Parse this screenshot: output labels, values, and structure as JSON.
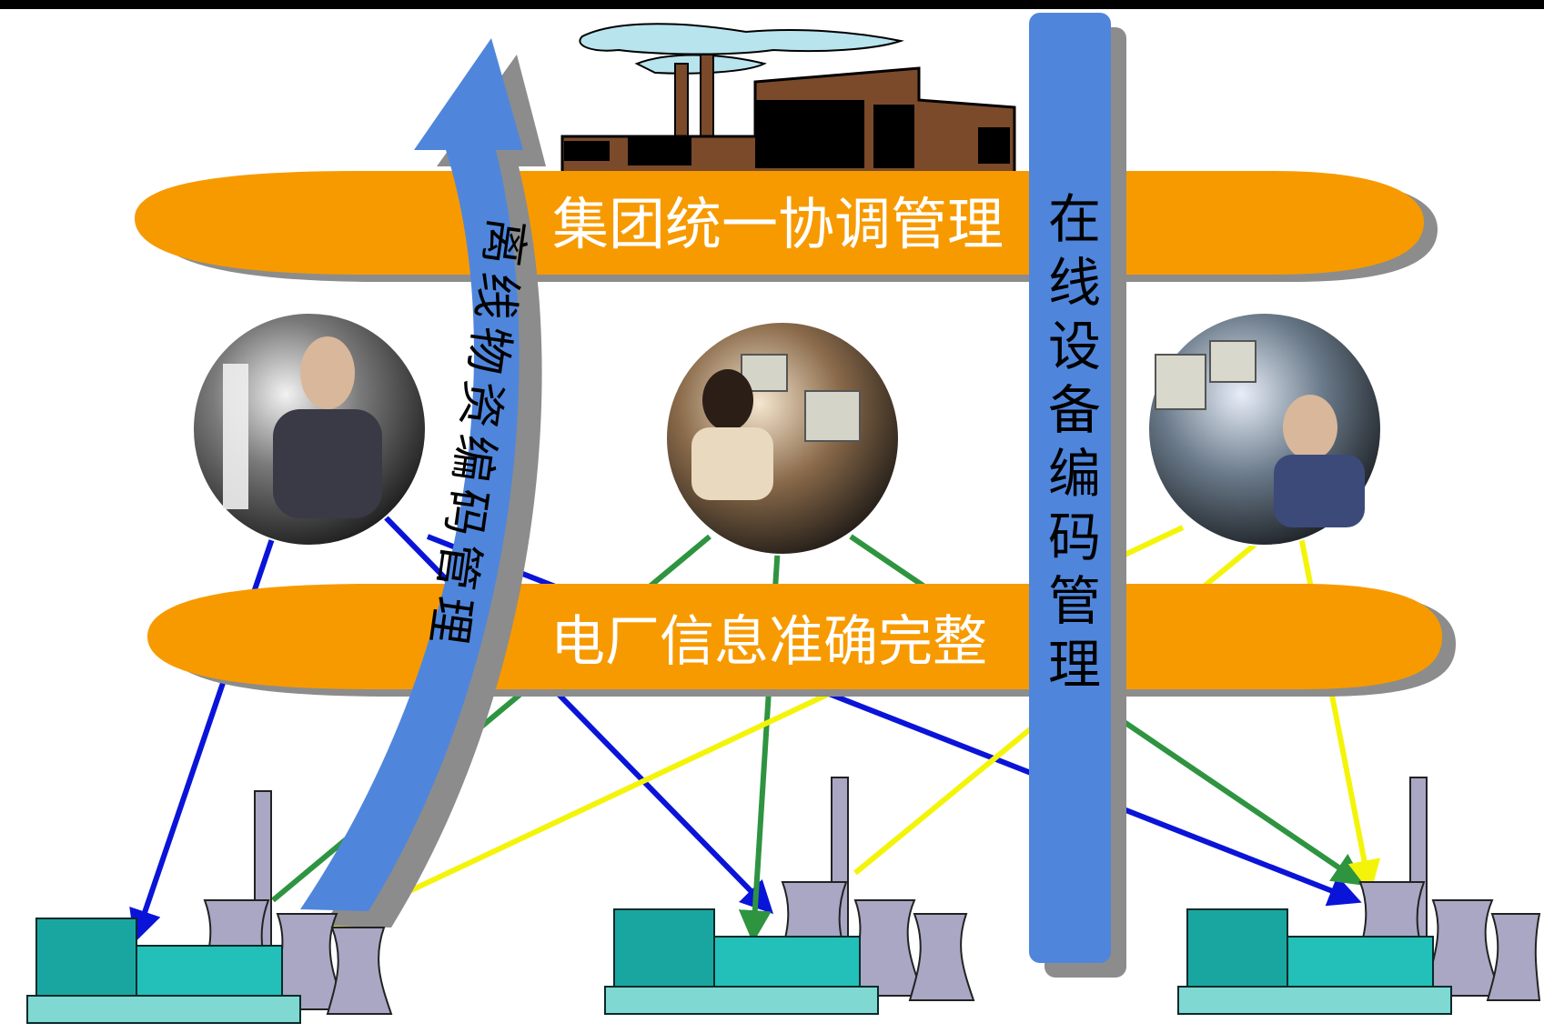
{
  "colors": {
    "band_orange": "#f79a00",
    "band_shadow": "#8c8c8c",
    "bar_blue": "#4f86dc",
    "arrow_blue": "#0a14d8",
    "arrow_green": "#2e9440",
    "arrow_yellow": "#f4f40a",
    "plant_teal": "#1aa6a0",
    "tower_lavender": "#a9a7c4",
    "factory_brown": "#7a4a2a"
  },
  "labels": {
    "top_band": "集团统一协调管理",
    "bottom_band": "电厂信息准确完整",
    "curved_bar": "离线物资编码管理",
    "vertical_bar": "在线设备编码管理"
  },
  "images": {
    "factory": "factory-icon",
    "people_left": "people-meeting-photo",
    "people_center": "people-computer-photo",
    "people_right": "control-room-photo",
    "plant_left": "power-plant-icon",
    "plant_center": "power-plant-icon",
    "plant_right": "power-plant-icon"
  }
}
